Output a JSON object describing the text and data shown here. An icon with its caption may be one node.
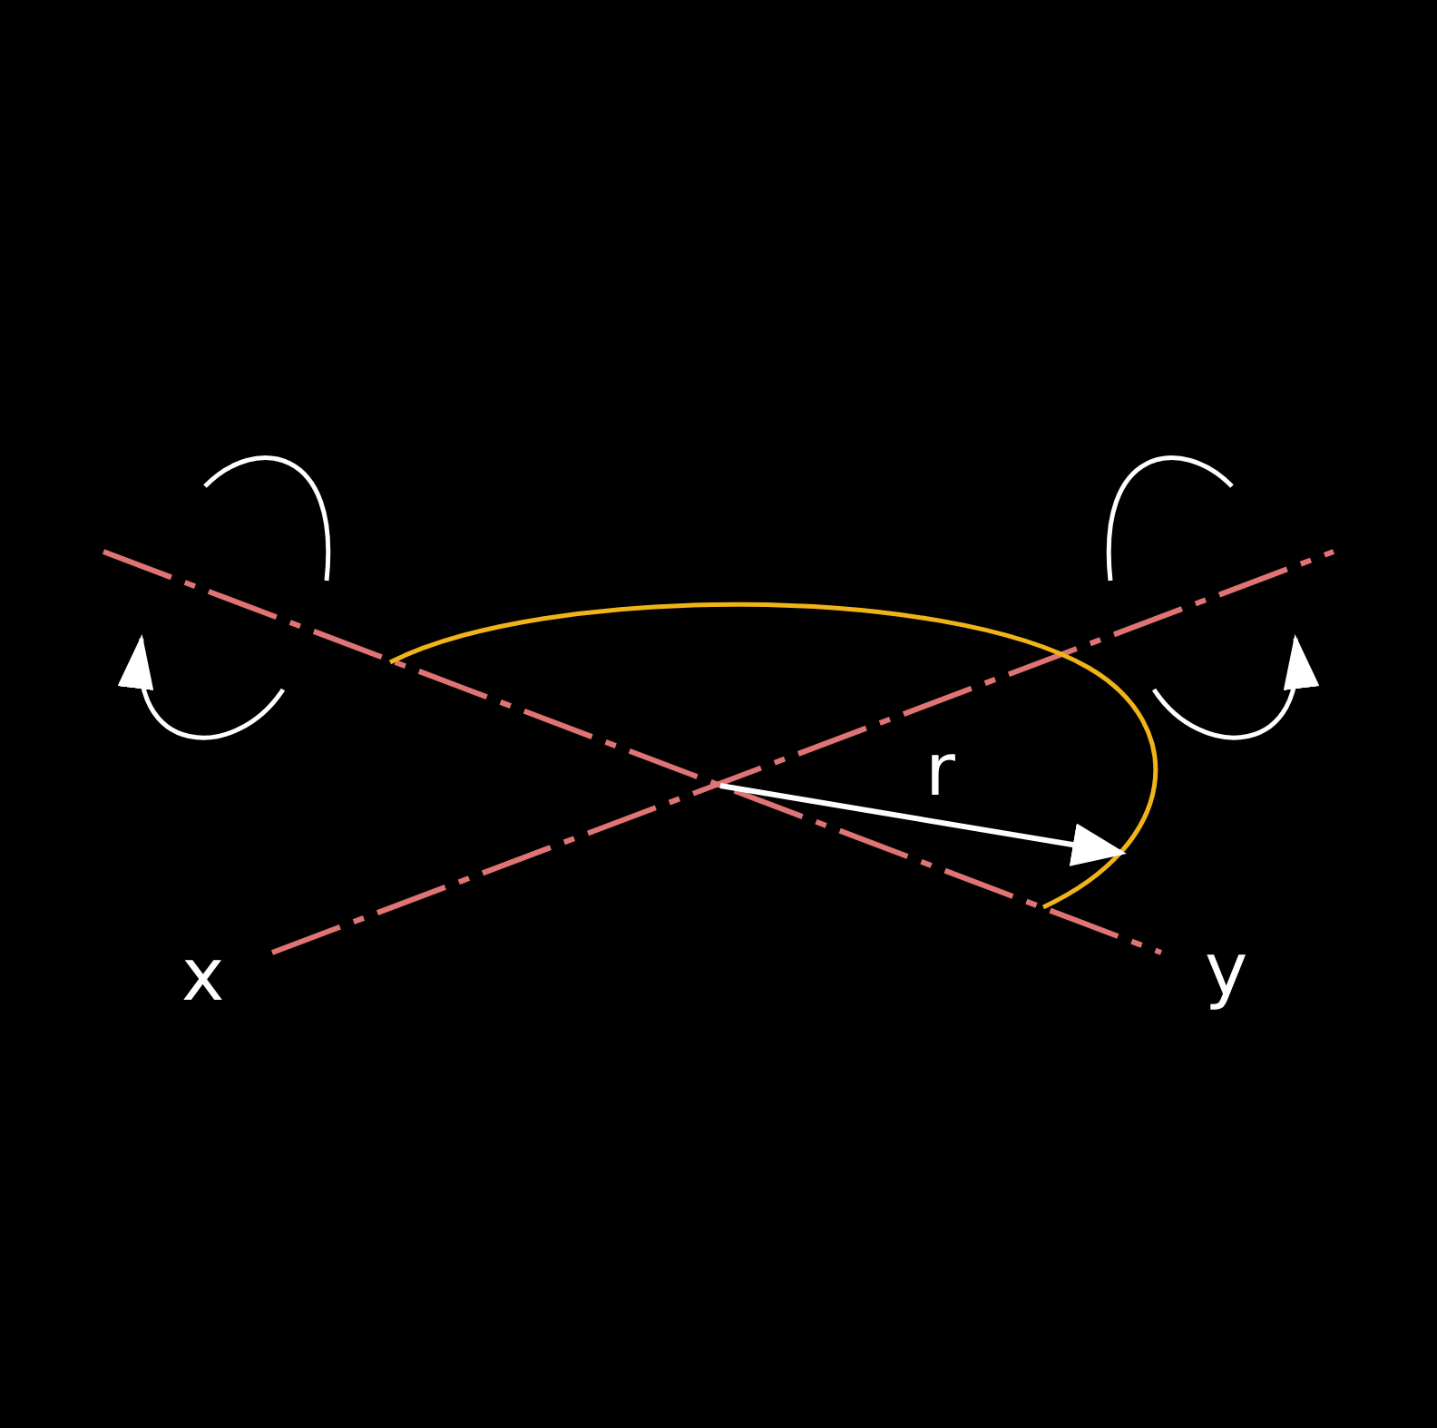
{
  "diagram": {
    "labels": [
      "r",
      "x",
      "y"
    ]
  }
}
